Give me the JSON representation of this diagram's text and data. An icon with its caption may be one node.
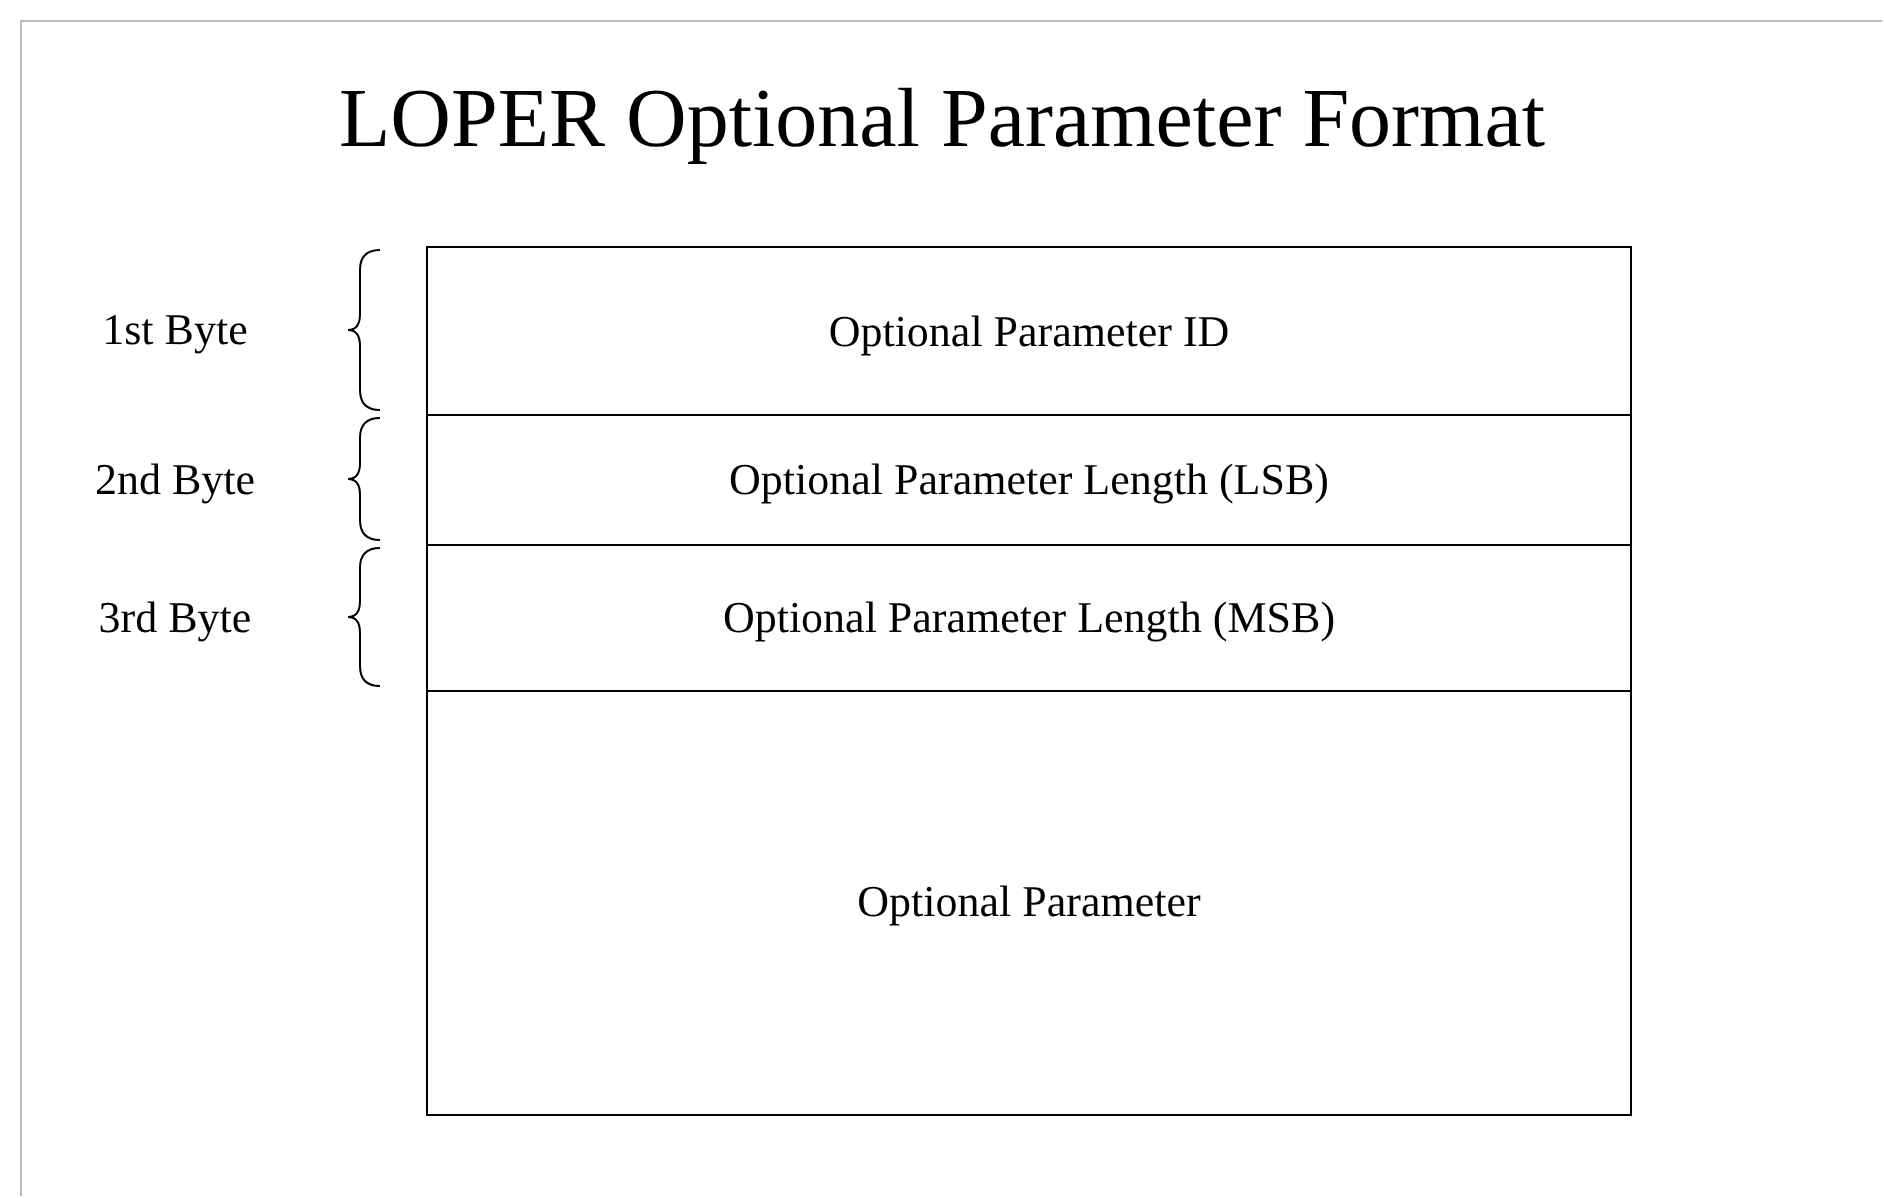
{
  "diagram": {
    "title": "LOPER Optional Parameter Format",
    "nodes": [
      {
        "text": [
          "Optional Parameter ID"
        ]
      },
      {
        "text": [
          "Optional Parameter Length (LSB)"
        ]
      },
      {
        "text": [
          "Optional Parameter Length (MSB)"
        ]
      },
      {
        "text": [
          "Optional Parameter"
        ]
      }
    ],
    "labels": [
      "1st Byte",
      "2nd Byte",
      "3rd Byte"
    ]
  }
}
